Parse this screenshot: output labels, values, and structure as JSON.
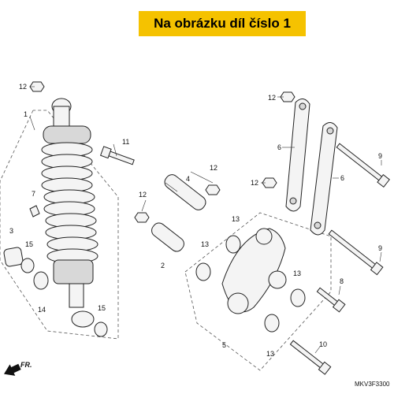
{
  "banner": {
    "text": "Na obrázku díl číslo 1",
    "color": "#f5c200"
  },
  "diagram_code": "MKV3F3300",
  "front_indicator": "FR.",
  "callouts": {
    "c1": "1",
    "c2": "2",
    "c3": "3",
    "c4": "4",
    "c5": "5",
    "c6a": "6",
    "c6b": "6",
    "c7": "7",
    "c8": "8",
    "c9a": "9",
    "c9b": "9",
    "c10": "10",
    "c11": "11",
    "c12a": "12",
    "c12b": "12",
    "c12c": "12",
    "c12d": "12",
    "c12e": "12",
    "c13a": "13",
    "c13b": "13",
    "c13c": "13",
    "c13d": "13",
    "c14": "14",
    "c15a": "15",
    "c15b": "15"
  }
}
